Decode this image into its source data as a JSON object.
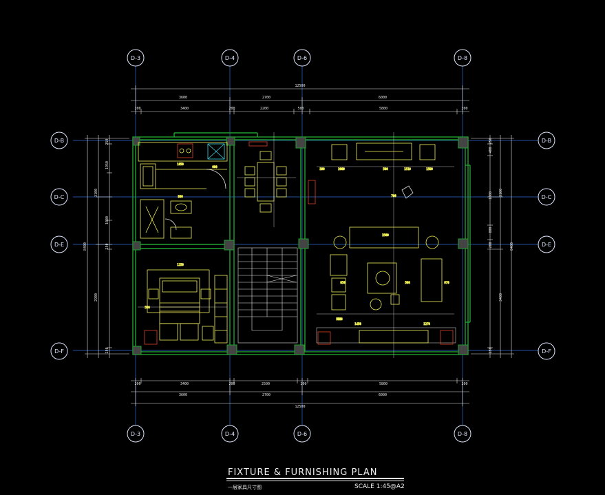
{
  "title_block": {
    "title": "FIXTURE & FURNISHING PLAN",
    "subtitle": "一层家具尺寸图",
    "scale": "SCALE 1:45@A2"
  },
  "grid_bubbles": {
    "top": [
      "D-3",
      "D-4",
      "D-6",
      "D-8"
    ],
    "bottom": [
      "D-3",
      "D-4",
      "D-6",
      "D-8"
    ],
    "left": [
      "D-B",
      "D-C",
      "D-E",
      "D-F"
    ],
    "right": [
      "D-B",
      "D-C",
      "D-E",
      "D-F"
    ]
  },
  "dimensions": {
    "top_overall": "12500",
    "top_row2": [
      "3600",
      "2700",
      "6000"
    ],
    "top_row3": [
      "200",
      "3400",
      "200",
      "2200",
      "500",
      "5800",
      "200"
    ],
    "bottom_row1": [
      "200",
      "3400",
      "200",
      "2500",
      "200",
      "5800",
      "200"
    ],
    "bottom_row2": [
      "3600",
      "2700",
      "6000"
    ],
    "bottom_overall": "12500",
    "left_overall": "8400",
    "left_parts": [
      "250",
      "1950",
      "3100",
      "1000",
      "250",
      "2900",
      "250"
    ],
    "right_overall": "8400",
    "right_parts": [
      "250",
      "400",
      "3100",
      "1800",
      "800",
      "200",
      "3400",
      "250"
    ]
  },
  "annotations": [
    "1050",
    "600",
    "800",
    "1250",
    "590",
    "2000",
    "500",
    "2560",
    "950",
    "500",
    "970",
    "580",
    "1450",
    "1270",
    "1510",
    "1590",
    "390",
    "540",
    "700"
  ],
  "colors": {
    "background": "#000000",
    "wall": "#1fa12f",
    "furniture": "#f2f25a",
    "dimension": "#e8e8e8",
    "grid_line": "#2f6bd4",
    "red_accent": "#e0402a",
    "cyan": "#3fd8e8"
  }
}
